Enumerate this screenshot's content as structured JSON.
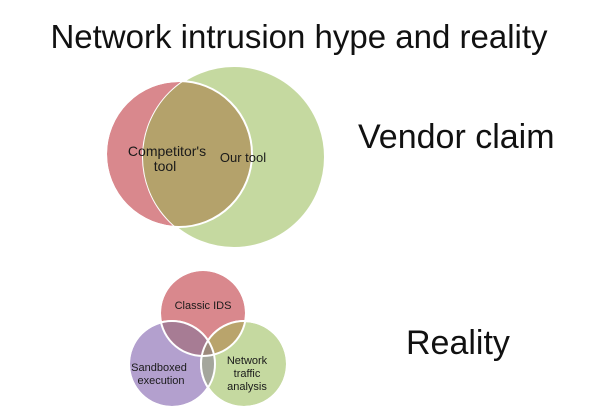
{
  "slide": {
    "title": "Network intrusion hype and reality",
    "vendor_claim_label": "Vendor claim",
    "reality_label": "Reality"
  },
  "vendor_diagram": {
    "circles": [
      {
        "id": "competitor",
        "label_lines": [
          "Competitor's",
          "tool"
        ],
        "color": "#d9888d"
      },
      {
        "id": "ours",
        "label_lines": [
          "Our tool"
        ],
        "color": "#c5d9a0"
      }
    ],
    "overlap_color": "#b4a26b"
  },
  "reality_diagram": {
    "circles": [
      {
        "id": "ids",
        "label_lines": [
          "Classic IDS"
        ],
        "color": "#d9888d"
      },
      {
        "id": "sandbox",
        "label_lines": [
          "Sandboxed",
          "execution"
        ],
        "color": "#b3a0ce"
      },
      {
        "id": "traffic",
        "label_lines": [
          "Network",
          "traffic",
          "analysis"
        ],
        "color": "#c5d9a0"
      }
    ]
  }
}
